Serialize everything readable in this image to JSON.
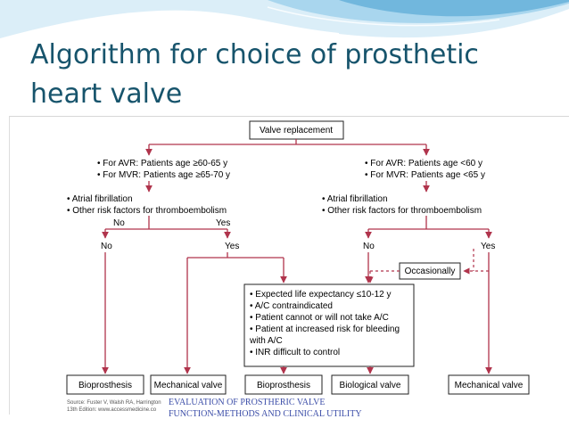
{
  "slide": {
    "title_line1": "Algorithm for choice of prosthetic",
    "title_line2": "heart valve",
    "footer_line1": "EVALUATION OF PROSTHERIC VALVE",
    "footer_line2": "FUNCTION-METHODS AND CLINICAL UTILITY"
  },
  "colors": {
    "title": "#17546c",
    "connector": "#b0344c",
    "footer": "#3c4ea8",
    "wave": "#5aa9d6"
  },
  "diagram": {
    "root": "Valve replacement",
    "left_age_1": "• For AVR: Patients age ≥60-65 y",
    "left_age_2": "• For MVR: Patients age ≥65-70 y",
    "right_age_1": "• For AVR: Patients age <60 y",
    "right_age_2": "• For MVR: Patients age <65 y",
    "left_risk_1": "• Atrial fibrillation",
    "left_risk_2": "• Other risk factors for thromboembolism",
    "right_risk_1": "• Atrial fibrillation",
    "right_risk_2": "• Other risk factors for thromboembolism",
    "left_no_1": "No",
    "left_yes_1": "Yes",
    "left_no_2": "No",
    "left_yes_2": "Yes",
    "right_no": "No",
    "right_yes": "Yes",
    "occasionally": "Occasionally",
    "criteria": [
      "• Expected life expectancy ≤10-12 y",
      "• A/C contraindicated",
      "• Patient cannot or will not take A/C",
      "• Patient at increased risk for bleeding",
      "   with A/C",
      "• INR difficult to control"
    ],
    "outcomes": [
      "Bioprosthesis",
      "Mechanical valve",
      "Bioprosthesis",
      "Biological valve",
      "Mechanical valve"
    ],
    "source_line1": "Source: Fuster V, Walsh RA, Harrington",
    "source_line2": "13th Edition: www.accessmedicine.co"
  }
}
